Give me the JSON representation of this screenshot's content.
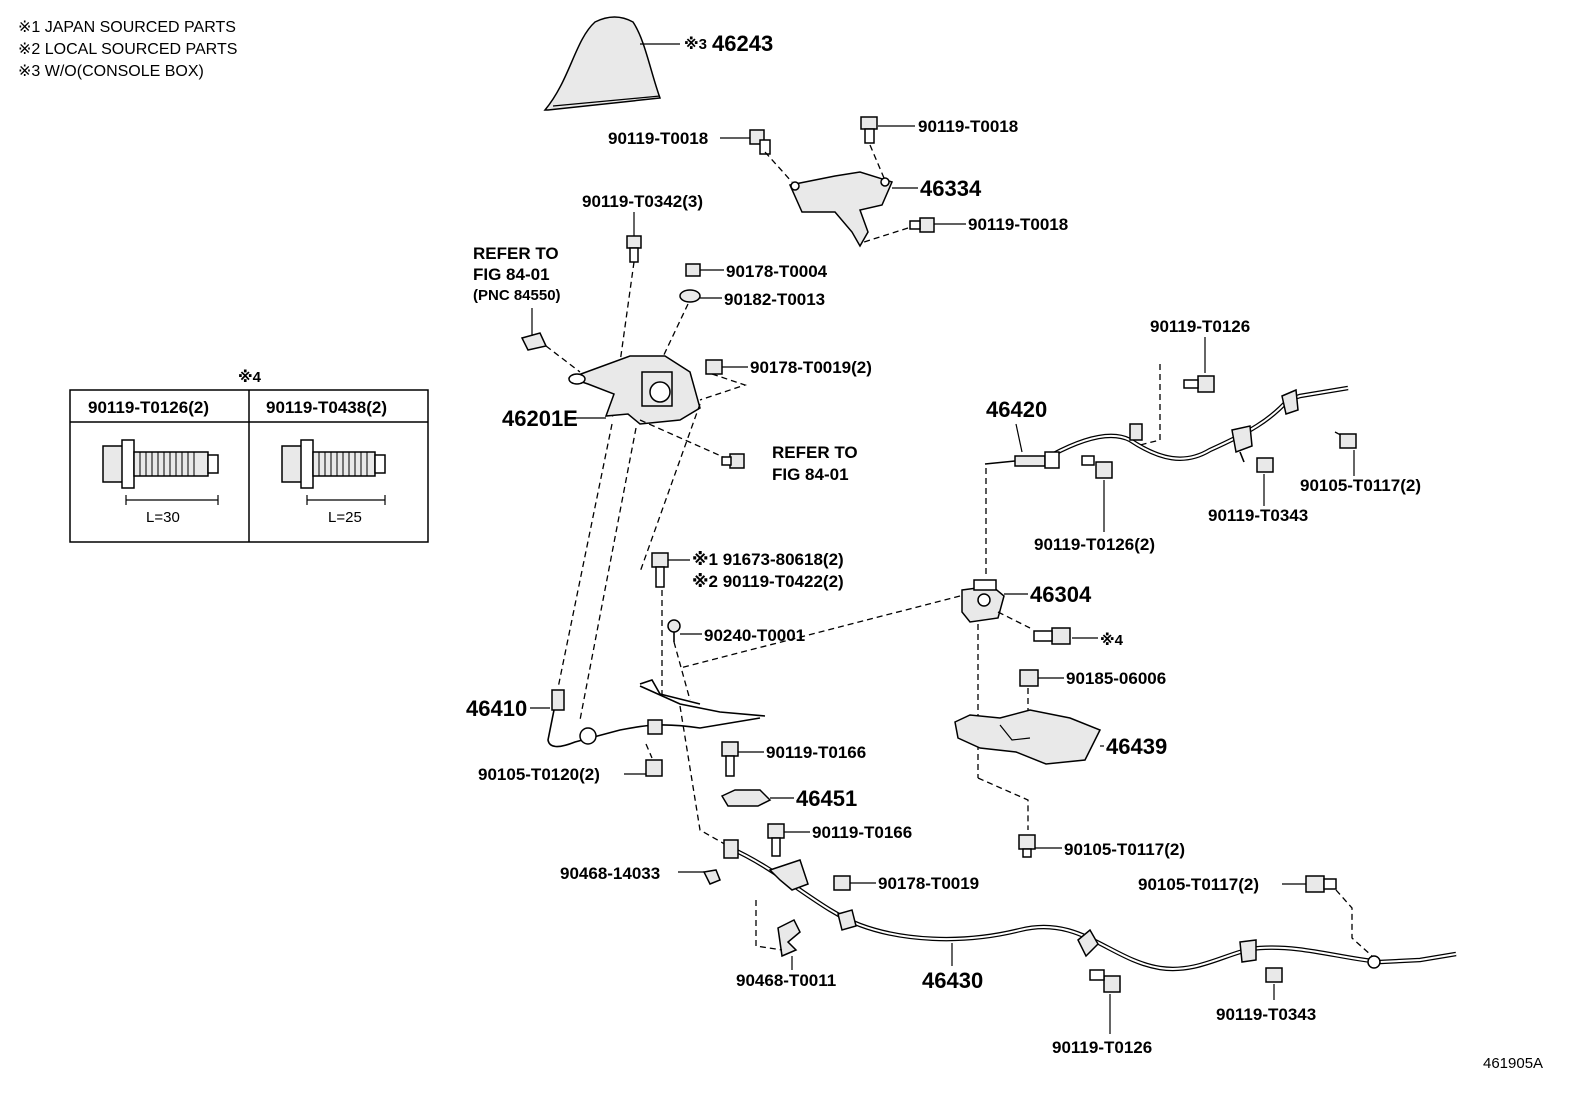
{
  "notes": [
    "※1 JAPAN SOURCED PARTS",
    "※2 LOCAL SOURCED PARTS",
    "※3 W/O(CONSOLE BOX)"
  ],
  "inset": {
    "marker": "※4",
    "col1_header": "90119-T0126(2)",
    "col2_header": "90119-T0438(2)",
    "col1_length": "L=30",
    "col2_length": "L=25"
  },
  "labels": {
    "p46243_prefix": "※3",
    "p46243": "46243",
    "p90119_T0018_a": "90119-T0018",
    "p90119_T0018_b": "90119-T0018",
    "p90119_T0018_c": "90119-T0018",
    "p46334": "46334",
    "p90119_T0342": "90119-T0342(3)",
    "refer_top_1": "REFER TO",
    "refer_top_2": "FIG 84-01",
    "refer_top_3": "(PNC 84550)",
    "p90178_T0004": "90178-T0004",
    "p90182_T0013": "90182-T0013",
    "p90178_T0019_2": "90178-T0019(2)",
    "p46201E": "46201E",
    "refer_mid_1": "REFER TO",
    "refer_mid_2": "FIG 84-01",
    "p90119_T0126_top": "90119-T0126",
    "p46420": "46420",
    "p90105_T0117_right": "90105-T0117(2)",
    "p90119_T0343_top": "90119-T0343",
    "p90119_T0126_2": "90119-T0126(2)",
    "p91673": "※1 91673-80618(2)",
    "p90119_T0422": "※2 90119-T0422(2)",
    "p46304": "46304",
    "p90240_T0001": "90240-T0001",
    "ref4": "※4",
    "p90185_06006": "90185-06006",
    "p46410": "46410",
    "p46439": "46439",
    "p90119_T0166_a": "90119-T0166",
    "p90105_T0120": "90105-T0120(2)",
    "p46451": "46451",
    "p90119_T0166_b": "90119-T0166",
    "p90105_T0117_mid": "90105-T0117(2)",
    "p90468_14033": "90468-14033",
    "p90178_T0019": "90178-T0019",
    "p90105_T0117_low": "90105-T0117(2)",
    "p90468_T0011": "90468-T0011",
    "p46430": "46430",
    "p90119_T0343_low": "90119-T0343",
    "p90119_T0126_low": "90119-T0126",
    "figure_code": "461905A"
  }
}
